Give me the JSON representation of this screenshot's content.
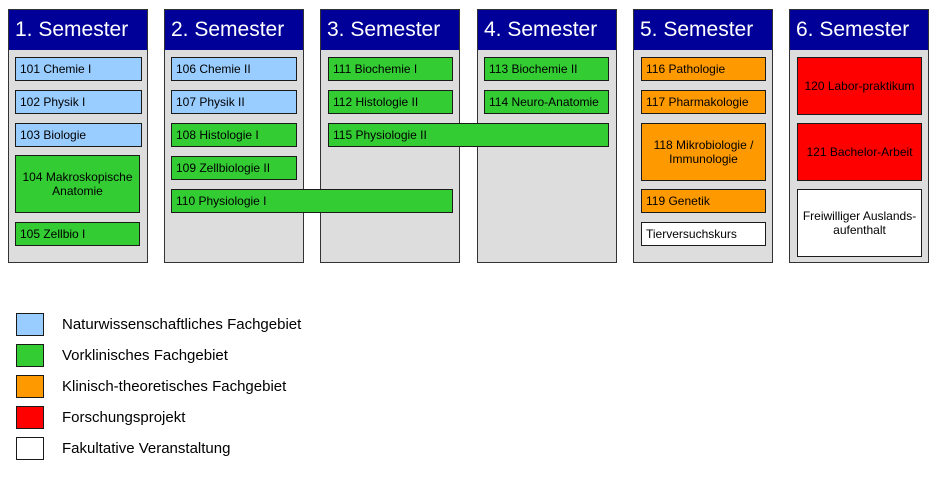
{
  "semesters": [
    {
      "label": "1. Semester"
    },
    {
      "label": "2. Semester"
    },
    {
      "label": "3. Semester"
    },
    {
      "label": "4. Semester"
    },
    {
      "label": "5. Semester"
    },
    {
      "label": "6. Semester"
    }
  ],
  "modules": {
    "m101": {
      "label": "101 Chemie I",
      "category": "Naturwissenschaftliches Fachgebiet"
    },
    "m102": {
      "label": "102 Physik I",
      "category": "Naturwissenschaftliches Fachgebiet"
    },
    "m103": {
      "label": "103 Biologie",
      "category": "Naturwissenschaftliches Fachgebiet"
    },
    "m104": {
      "label": "104 Makroskopische Anatomie",
      "category": "Vorklinisches Fachgebiet"
    },
    "m105": {
      "label": "105 Zellbio I",
      "category": "Vorklinisches Fachgebiet"
    },
    "m106": {
      "label": "106 Chemie II",
      "category": "Naturwissenschaftliches Fachgebiet"
    },
    "m107": {
      "label": "107 Physik II",
      "category": "Naturwissenschaftliches Fachgebiet"
    },
    "m108": {
      "label": "108 Histologie I",
      "category": "Vorklinisches Fachgebiet"
    },
    "m109": {
      "label": "109 Zellbiologie II",
      "category": "Vorklinisches Fachgebiet"
    },
    "m110": {
      "label": "110 Physiologie I",
      "category": "Vorklinisches Fachgebiet"
    },
    "m111": {
      "label": "111 Biochemie I",
      "category": "Vorklinisches Fachgebiet"
    },
    "m112": {
      "label": "112 Histologie II",
      "category": "Vorklinisches Fachgebiet"
    },
    "m113": {
      "label": "113 Biochemie II",
      "category": "Vorklinisches Fachgebiet"
    },
    "m114": {
      "label": "114 Neuro-Anatomie",
      "category": "Vorklinisches Fachgebiet"
    },
    "m115": {
      "label": "115 Physiologie II",
      "category": "Vorklinisches Fachgebiet"
    },
    "m116": {
      "label": "116 Pathologie",
      "category": "Klinisch-theoretisches Fachgebiet"
    },
    "m117": {
      "label": "117 Pharmakologie",
      "category": "Klinisch-theoretisches Fachgebiet"
    },
    "m118": {
      "label": "118 Mikrobiologie / Immunologie",
      "category": "Klinisch-theoretisches Fachgebiet"
    },
    "m119": {
      "label": "119 Genetik",
      "category": "Klinisch-theoretisches Fachgebiet"
    },
    "tier": {
      "label": "Tierversuchskurs",
      "category": "Fakultative Veranstaltung"
    },
    "m120": {
      "label": "120 Labor-praktikum",
      "category": "Forschungsprojekt"
    },
    "m121": {
      "label": "121 Bachelor-Arbeit",
      "category": "Forschungsprojekt"
    },
    "ausl": {
      "label": "Freiwilliger Auslands-aufenthalt",
      "category": "Fakultative Veranstaltung"
    }
  },
  "legend": [
    {
      "label": "Naturwissenschaftliches Fachgebiet",
      "color": "#99ccff"
    },
    {
      "label": "Vorklinisches Fachgebiet",
      "color": "#33cc33"
    },
    {
      "label": "Klinisch-theoretisches Fachgebiet",
      "color": "#ff9900"
    },
    {
      "label": "Forschungsprojekt",
      "color": "#ff0000"
    },
    {
      "label": "Fakultative Veranstaltung",
      "color": "#ffffff"
    }
  ]
}
